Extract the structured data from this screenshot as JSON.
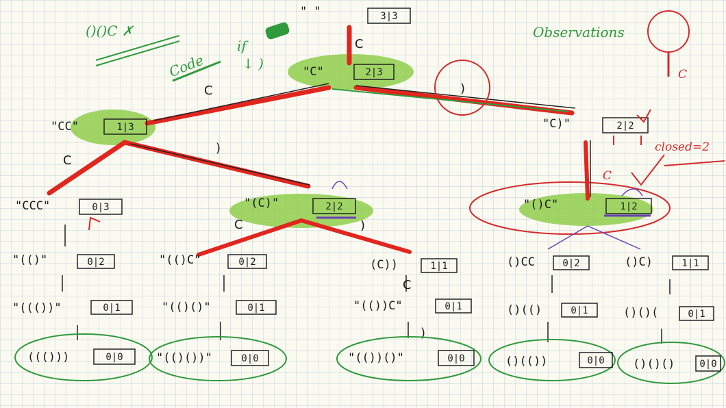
{
  "root": {
    "label": "\"   \"",
    "counts": "3|3"
  },
  "level1": {
    "label": "\"C\"",
    "counts": "2|3"
  },
  "left2": {
    "label": "\"CC\"",
    "counts": "1|3"
  },
  "right2": {
    "label": "\"C)\"",
    "counts": "2|2"
  },
  "edges": {
    "open": "C",
    "close": ")"
  },
  "level3": [
    {
      "label": "\"CCC\"",
      "counts": "0|3"
    },
    {
      "label": "\"(C)\"",
      "counts": "2|2"
    },
    {
      "label": "\"()C\"",
      "counts": "1|2"
    }
  ],
  "level4": [
    {
      "label": "\"(()\"",
      "counts": "0|2"
    },
    {
      "label": "\"(()C\"",
      "counts": "0|2"
    },
    {
      "label": "(C))",
      "counts": "1|1"
    },
    {
      "label": "()CC",
      "counts": "0|2"
    },
    {
      "label": "()C)",
      "counts": "1|1"
    }
  ],
  "level5": [
    {
      "label": "\"((())\"",
      "counts": "0|1"
    },
    {
      "label": "\"(()()\"",
      "counts": "0|1"
    },
    {
      "label": "\"(())C\"",
      "counts": "0|1"
    },
    {
      "label": "()(()",
      "counts": "0|1"
    },
    {
      "label": "()()(",
      "counts": "0|1"
    }
  ],
  "leaves": [
    {
      "label": "((()))",
      "counts": "0|0"
    },
    {
      "label": "\"(()())\"",
      "counts": "0|0"
    },
    {
      "label": "\"(())()\"",
      "counts": "0|0"
    },
    {
      "label": "()(())",
      "counts": "0|0"
    },
    {
      "label": "()()()",
      "counts": "0|0"
    }
  ],
  "notes": {
    "top_left": "()()C  ✗",
    "code": "Code",
    "if": "if",
    "if_sub": "↓ )",
    "observations": "Observations",
    "closed_eq": "closed=2",
    "right_c": "C"
  }
}
